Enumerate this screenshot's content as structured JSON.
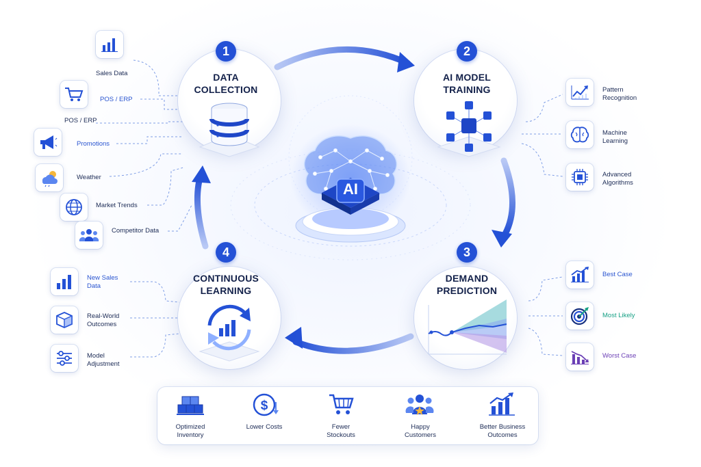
{
  "center_badge": "AI",
  "stages": [
    {
      "number": "1",
      "title_line1": "DATA",
      "title_line2": "COLLECTION"
    },
    {
      "number": "2",
      "title_line1": "AI MODEL",
      "title_line2": "TRAINING"
    },
    {
      "number": "3",
      "title_line1": "DEMAND",
      "title_line2": "PREDICTION"
    },
    {
      "number": "4",
      "title_line1": "CONTINUOUS",
      "title_line2": "LEARNING"
    }
  ],
  "data_sources": [
    {
      "label": "Sales Data",
      "icon": "bar-chart-icon"
    },
    {
      "label": "POS / ERP",
      "icon": "cart-icon"
    },
    {
      "label": "POS / ERP",
      "icon": ""
    },
    {
      "label": "Promotions",
      "icon": "megaphone-icon"
    },
    {
      "label": "Weather",
      "icon": "weather-icon"
    },
    {
      "label": "Market Trends",
      "icon": "globe-icon"
    },
    {
      "label": "Competitor Data",
      "icon": "people-icon"
    }
  ],
  "training_outputs": [
    {
      "line1": "Pattern",
      "line2": "Recognition",
      "icon": "trend-chart-icon"
    },
    {
      "line1": "Machine",
      "line2": "Learning",
      "icon": "brain-icon"
    },
    {
      "line1": "Advanced",
      "line2": "Algorithms",
      "icon": "chip-icon"
    }
  ],
  "scenarios": [
    {
      "label": "Best Case",
      "icon": "growth-chart-icon",
      "color": "#2a55d0"
    },
    {
      "label": "Most Likely",
      "icon": "target-icon",
      "color": "#17a085"
    },
    {
      "label": "Worst Case",
      "icon": "decline-chart-icon",
      "color": "#6b3fb5"
    }
  ],
  "learning_inputs": [
    {
      "line1": "New Sales",
      "line2": "Data",
      "icon": "bar-chart-icon"
    },
    {
      "line1": "Real-World",
      "line2": "Outcomes",
      "icon": "box-icon"
    },
    {
      "line1": "Model",
      "line2": "Adjustment",
      "icon": "sliders-icon"
    }
  ],
  "outcomes": [
    {
      "line1": "Optimized",
      "line2": "Inventory",
      "icon": "boxes-icon"
    },
    {
      "line1": "Lower Costs",
      "line2": "",
      "icon": "dollar-icon"
    },
    {
      "line1": "Fewer",
      "line2": "Stockouts",
      "icon": "cart-icon"
    },
    {
      "line1": "Happy",
      "line2": "Customers",
      "icon": "customers-icon"
    },
    {
      "line1": "Better Business",
      "line2": "Outcomes",
      "icon": "growth-chart-icon"
    }
  ],
  "colors": {
    "accent": "#2451d6",
    "green": "#17a085",
    "purple": "#6b3fb5"
  }
}
